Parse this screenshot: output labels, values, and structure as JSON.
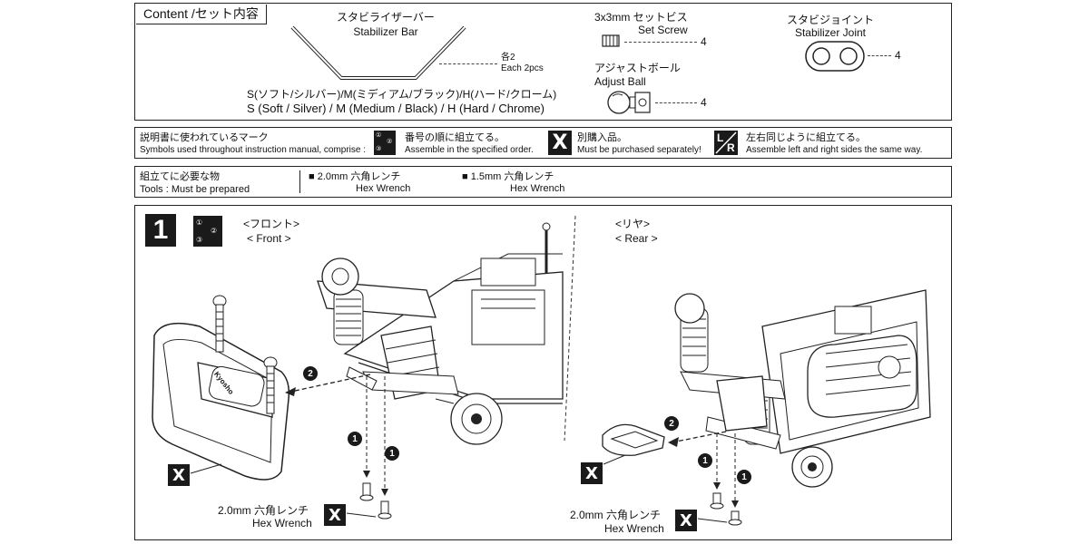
{
  "content": {
    "title": "Content /セット内容",
    "stabilizer_bar_ja": "スタビライザーバー",
    "stabilizer_bar_en": "Stabilizer Bar",
    "each_ja": "各2",
    "each_en": "Each 2pcs",
    "options_ja": "S(ソフト/シルバー)/M(ミディアム/ブラック)/H(ハード/クローム)",
    "options_en": "S (Soft / Silver) / M (Medium / Black) / H (Hard / Chrome)",
    "set_screw_ja": "3x3mm セットビス",
    "set_screw_en": "Set Screw",
    "set_screw_qty": "4",
    "adjust_ball_ja": "アジャストボール",
    "adjust_ball_en": "Adjust Ball",
    "adjust_ball_qty": "4",
    "joint_ja": "スタビジョイント",
    "joint_en": "Stabilizer Joint",
    "joint_qty": "4"
  },
  "symbols": {
    "title_ja": "説明書に使われているマーク",
    "title_en": "Symbols used throughout instruction manual, comprise :",
    "order_ja": "番号の順に組立てる。",
    "order_en": "Assemble in the specified order.",
    "purchase_mark": "X",
    "purchase_ja": "別購入品。",
    "purchase_en": "Must be purchased separately!",
    "lr_l": "L",
    "lr_r": "R",
    "lr_ja": "左右同じように組立てる。",
    "lr_en": "Assemble left and right  sides the same way."
  },
  "tools": {
    "title_ja": "組立てに必要な物",
    "title_en": "Tools : Must be prepared",
    "tool1_ja": "■ 2.0mm 六角レンチ",
    "tool1_en": "Hex Wrench",
    "tool2_ja": "■ 1.5mm 六角レンチ",
    "tool2_en": "Hex Wrench"
  },
  "step": {
    "number": "1",
    "front_ja": "<フロント>",
    "front_en": "< Front >",
    "rear_ja": "<リヤ>",
    "rear_en": "< Rear >",
    "front_wrench_ja": "2.0mm 六角レンチ",
    "front_wrench_en": "Hex Wrench",
    "rear_wrench_ja": "2.0mm 六角レンチ",
    "rear_wrench_en": "Hex Wrench",
    "mark_x": "X",
    "callout_1": "1",
    "callout_2": "2",
    "bumper_text": "Kyosho",
    "order_icon_1": "①",
    "order_icon_2": "②",
    "order_icon_3": "③"
  }
}
